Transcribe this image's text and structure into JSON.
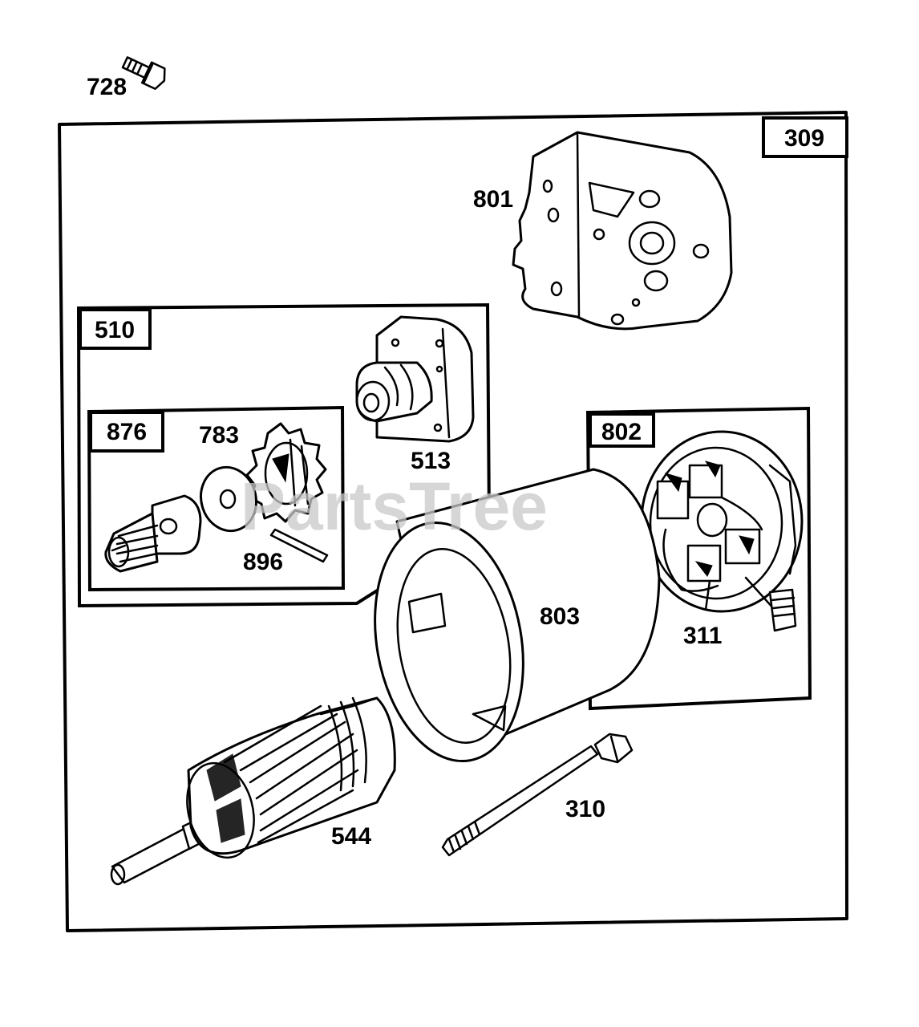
{
  "watermark": "PartsTree",
  "callouts": {
    "screw_728": "728",
    "assembly_309": "309",
    "bracket_801": "801",
    "drive_510": "510",
    "drive_876": "876",
    "gear_783": "783",
    "housing_513": "513",
    "pin_896": "896",
    "end_cap_802": "802",
    "brush_311": "311",
    "frame_803": "803",
    "bolt_310": "310",
    "armature_544": "544"
  }
}
